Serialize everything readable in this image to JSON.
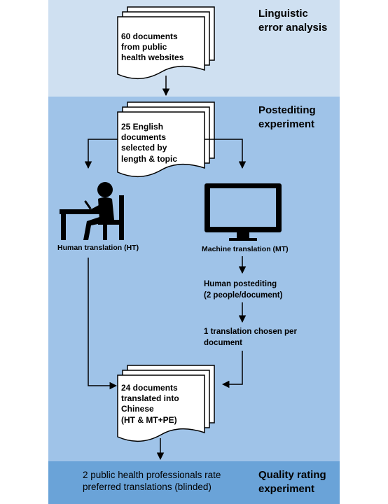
{
  "bands": {
    "linguistic": {
      "title_line1": "Linguistic",
      "title_line2": "error analysis",
      "color": "#cfe0f1"
    },
    "postediting": {
      "title_line1": "Postediting",
      "title_line2": "experiment",
      "color": "#9fc3e8"
    },
    "quality": {
      "title_line1": "Quality rating",
      "title_line2": "experiment",
      "color": "#6aa3d8"
    }
  },
  "documents": {
    "doc60": {
      "line1": "60 documents",
      "line2": "from public",
      "line3": "health websites"
    },
    "doc25": {
      "line1": "25 English",
      "line2": "documents",
      "line3": "selected by",
      "line4": "length & topic"
    },
    "doc24": {
      "line1": "24 documents",
      "line2": "translated into",
      "line3": "Chinese",
      "line4": "(HT & MT+PE)"
    }
  },
  "branches": {
    "ht_label": "Human translation (HT)",
    "mt_label": "Machine translation (MT)",
    "posteditting_line1": "Human postediting",
    "posteditting_line2": "(2 people/document)",
    "chosen_line1": "1 translation chosen per",
    "chosen_line2": "document"
  },
  "quality": {
    "line1": "2 public health professionals rate",
    "line2": "preferred translations (blinded)"
  },
  "icons": {
    "person_desk": "person-at-desk-icon",
    "monitor": "computer-monitor-icon"
  },
  "colors": {
    "ink": "#000000",
    "paper": "#ffffff"
  }
}
